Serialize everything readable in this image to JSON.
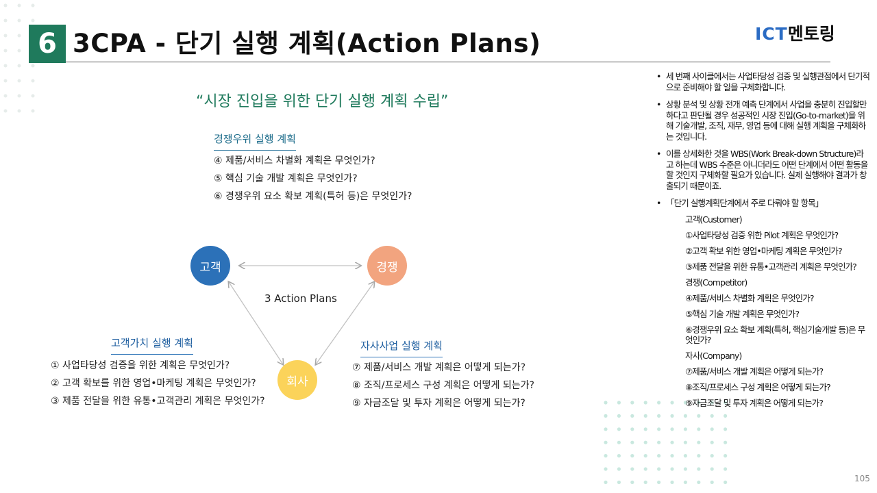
{
  "header": {
    "section_number": "6",
    "title": "3CPA - 단기 실행 계획(Action Plans)",
    "logo_ict": "ICT",
    "logo_kr": "멘토링"
  },
  "quote": "“시장 진입을 위한 단기 실행 계획 수립”",
  "competitor_section": {
    "title": "경쟁우위 실행 계획",
    "items": [
      "④ 제품/서비스 차별화 계획은 무엇인가?",
      "⑤ 핵심 기술 개발 계획은 무엇인가?",
      "⑥ 경쟁우위 요소 확보 계획(특허 등)은 무엇인가?"
    ]
  },
  "customer_section": {
    "title": "고객가치 실행 계획",
    "items": [
      "① 사업타당성 검증을 위한 계획은 무엇인가?",
      "② 고객 확보를 위한 영업•마케팅 계획은 무엇인가?",
      "③ 제품 전달을 위한 유통•고객관리 계획은 무엇인가?"
    ]
  },
  "company_section": {
    "title": "자사사업 실행 계획",
    "items": [
      "⑦ 제품/서비스 개발 계획은 어떻게 되는가?",
      "⑧ 조직/프로세스 구성 계획은 어떻게 되는가?",
      "⑨ 자금조달 및 투자 계획은 어떻게 되는가?"
    ]
  },
  "diagram": {
    "customer": "고객",
    "competitor": "경쟁",
    "company": "회사",
    "center_label": "3 Action Plans",
    "colors": {
      "customer": "#2c71b8",
      "competitor": "#f2a47f",
      "company": "#fbd35a"
    }
  },
  "right_notes": {
    "bullets": [
      "세 번째 사이클에서는 사업타당성 검증 및 실행관점에서 단기적으로 준비해야 할 일을 구체화합니다.",
      "상황 분석 및 상황 전개 예측 단계에서 사업을 충분히 진입할만하다고 판단될 경우 성공적인 시장 진입(Go-to-market)을 위해 기술개발, 조직, 재무, 영업 등에 대해 실행 계획을 구체화하는 것입니다.",
      "이를 상세화한 것을 WBS(Work Break-down Structure)라고 하는데 WBS 수준은 아니더라도 어떤 단계에서 어떤 활동을 할 것인지 구체화할 필요가 있습니다. 실제 실행해야 결과가 창출되기 때문이죠.",
      "「단기 실행계획단계에서 주로 다뤄야 할 항목」"
    ],
    "items": [
      "고객(Customer)",
      "①사업타당성 검증 위한 Pilot 계획은 무엇인가?",
      "②고객 확보 위한 영업•마케팅 계획은 무엇인가?",
      "③제품 전달을 위한 유통•고객관리 계획은 무엇인가?",
      "경쟁(Competitor)",
      "④제품/서비스 차별화 계획은 무엇인가?",
      "⑤핵심 기술 개발 계획은 무엇인가?",
      "⑥경쟁우위 요소 확보 계획(특허, 핵심기술개발 등)은 무엇인가?",
      "자사(Company)",
      "⑦제품/서비스 개발 계획은 어떻게 되는가?",
      "⑧조직/프로세스 구성 계획은 어떻게 되는가?",
      "⑨자금조달 및 투자 계획은 어떻게 되는가?"
    ]
  },
  "page_number": "105"
}
